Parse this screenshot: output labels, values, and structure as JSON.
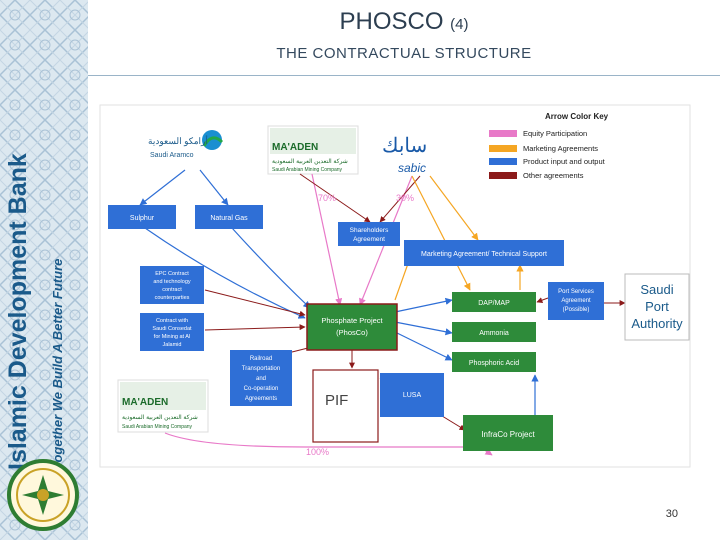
{
  "header": {
    "title": "PHOSCO",
    "title_suffix": "(4)",
    "subtitle": "THE CONTRACTUAL STRUCTURE"
  },
  "sidebar": {
    "bank_name": "Islamic Development Bank",
    "tagline": "Together We Build A Better Future"
  },
  "logos": {
    "saudi_aramco_arabic": "أرامكو السعودية",
    "saudi_aramco": "Saudi Aramco",
    "maaden": "MA'ADEN",
    "maaden_arabic": "شركة التعدين العربية السعودية",
    "maaden_full": "Saudi Arabian Mining Company",
    "sabic": "sabic",
    "sabic_arabic": "سابك"
  },
  "legend": {
    "title": "Arrow Color Key",
    "items": [
      {
        "label": "Equity Participation",
        "color": "#e879c8"
      },
      {
        "label": "Marketing Agreements",
        "color": "#f5a623"
      },
      {
        "label": "Product input and output",
        "color": "#2f6fd6"
      },
      {
        "label": "Other agreements",
        "color": "#8b1a1a"
      }
    ]
  },
  "labels": {
    "pct_maaden": "70%",
    "pct_sabic": "30%",
    "pct_pif": "100%"
  },
  "boxes": {
    "sulphur": "Sulphur",
    "natural_gas": "Natural Gas",
    "shareholders": [
      "Shareholders",
      "Agreement"
    ],
    "marketing": "Marketing Agreement/ Technical Support",
    "epc": [
      "EPC Contract",
      "and technology",
      "contract",
      "counterparties"
    ],
    "contract": [
      "Contract with",
      "Saudi Consedat",
      "for Mining at Al",
      "Jalamid"
    ],
    "phosphate": [
      "Phosphate Project",
      "(PhosCo)"
    ],
    "railroad": [
      "Railroad",
      "Transportation",
      "and",
      "Co-operation",
      "Agreements"
    ],
    "dap": "DAP/MAP",
    "ammonia": "Ammonia",
    "phosphoric": "Phosphoric Acid",
    "port_services": [
      "Port Services",
      "Agreement",
      "(Possible)"
    ],
    "pif": "PIF",
    "lusa": "LUSA",
    "infraco": "InfraCo Project"
  },
  "port_authority": [
    "Saudi",
    "Port",
    "Authority"
  ],
  "page_number": "30",
  "colors": {
    "green_box": "#2e8b3a",
    "blue_box": "#2f6fd6",
    "dark_red": "#8b1a1a",
    "orange": "#f5a623",
    "pink": "#e879c8"
  }
}
